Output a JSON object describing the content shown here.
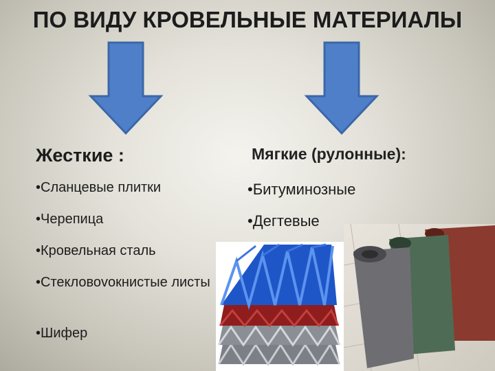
{
  "title": "ПО ВИДУ КРОВЕЛЬНЫЕ МАТЕРИАЛЫ",
  "left": {
    "heading": "Жесткие :",
    "items": [
      "•Сланцевые плитки",
      "•Черепица",
      "•Кровельная сталь",
      "•Стекловоvoкнистые листы",
      "•Шифер"
    ]
  },
  "right": {
    "heading": "Мягкие (рулонные):",
    "items": [
      "•Битуминозные",
      "•Дегтевые"
    ]
  },
  "colors": {
    "arrow": "#4f7fc8",
    "arrow_stroke": "#3b67a8",
    "sheet_blue": "#1e56c8",
    "sheet_red": "#8f1d1d",
    "sheet_grey": "#7c8086",
    "roll_grey": "#6e6e72",
    "roll_green": "#4e6b55",
    "roll_red": "#8a3a2e"
  }
}
